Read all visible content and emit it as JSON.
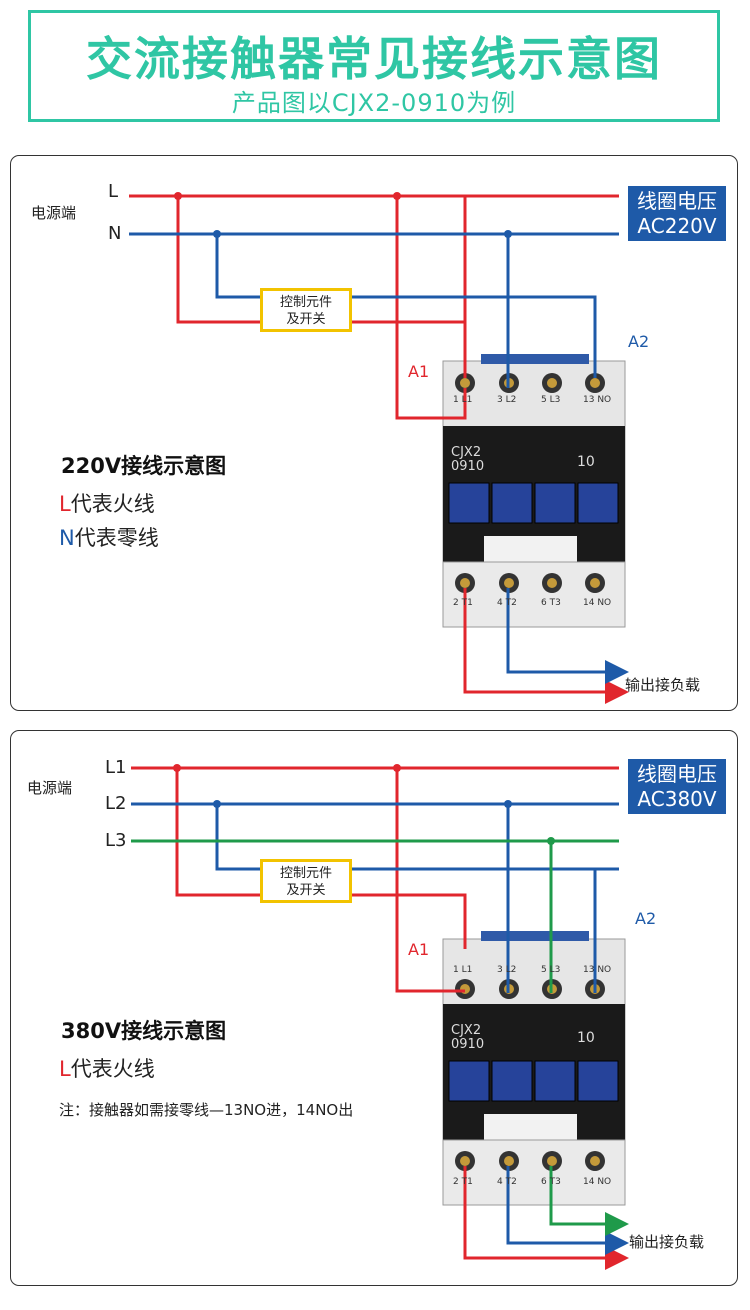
{
  "header": {
    "title": "交流接触器常见接线示意图",
    "subtitle": "产品图以CJX2-0910为例"
  },
  "panel1": {
    "source_label": "电源端",
    "lines": [
      "L",
      "N"
    ],
    "coil_voltage": [
      "线圈电压",
      "AC220V"
    ],
    "control_element": [
      "控制元件",
      "及开关"
    ],
    "a1": "A1",
    "a2": "A2",
    "section_title": "220V接线示意图",
    "legend": [
      {
        "letter": "L",
        "text": "代表火线"
      },
      {
        "letter": "N",
        "text": "代表零线"
      }
    ],
    "output_label": "输出接负载"
  },
  "panel2": {
    "source_label": "电源端",
    "lines": [
      "L1",
      "L2",
      "L3"
    ],
    "coil_voltage": [
      "线圈电压",
      "AC380V"
    ],
    "control_element": [
      "控制元件",
      "及开关"
    ],
    "a1": "A1",
    "a2": "A2",
    "section_title": "380V接线示意图",
    "legend": [
      {
        "letter": "L",
        "text": "代表火线"
      }
    ],
    "note": "注：接触器如需接零线—13NO进，14NO出",
    "output_label": "输出接负载"
  },
  "contactor": {
    "model": [
      "CJX2",
      "0910"
    ],
    "aux_code": "10",
    "top_terminals": [
      "1 L1",
      "3 L2",
      "5 L3",
      "13 NO"
    ],
    "bottom_terminals": [
      "2 T1",
      "4 T2",
      "6 T3",
      "14 NO"
    ]
  },
  "colors": {
    "accent": "#2fc6a4",
    "live": "#e1262d",
    "neutral": "#1e5aa8",
    "l3": "#1f9a4a",
    "control": "#f2c300"
  }
}
